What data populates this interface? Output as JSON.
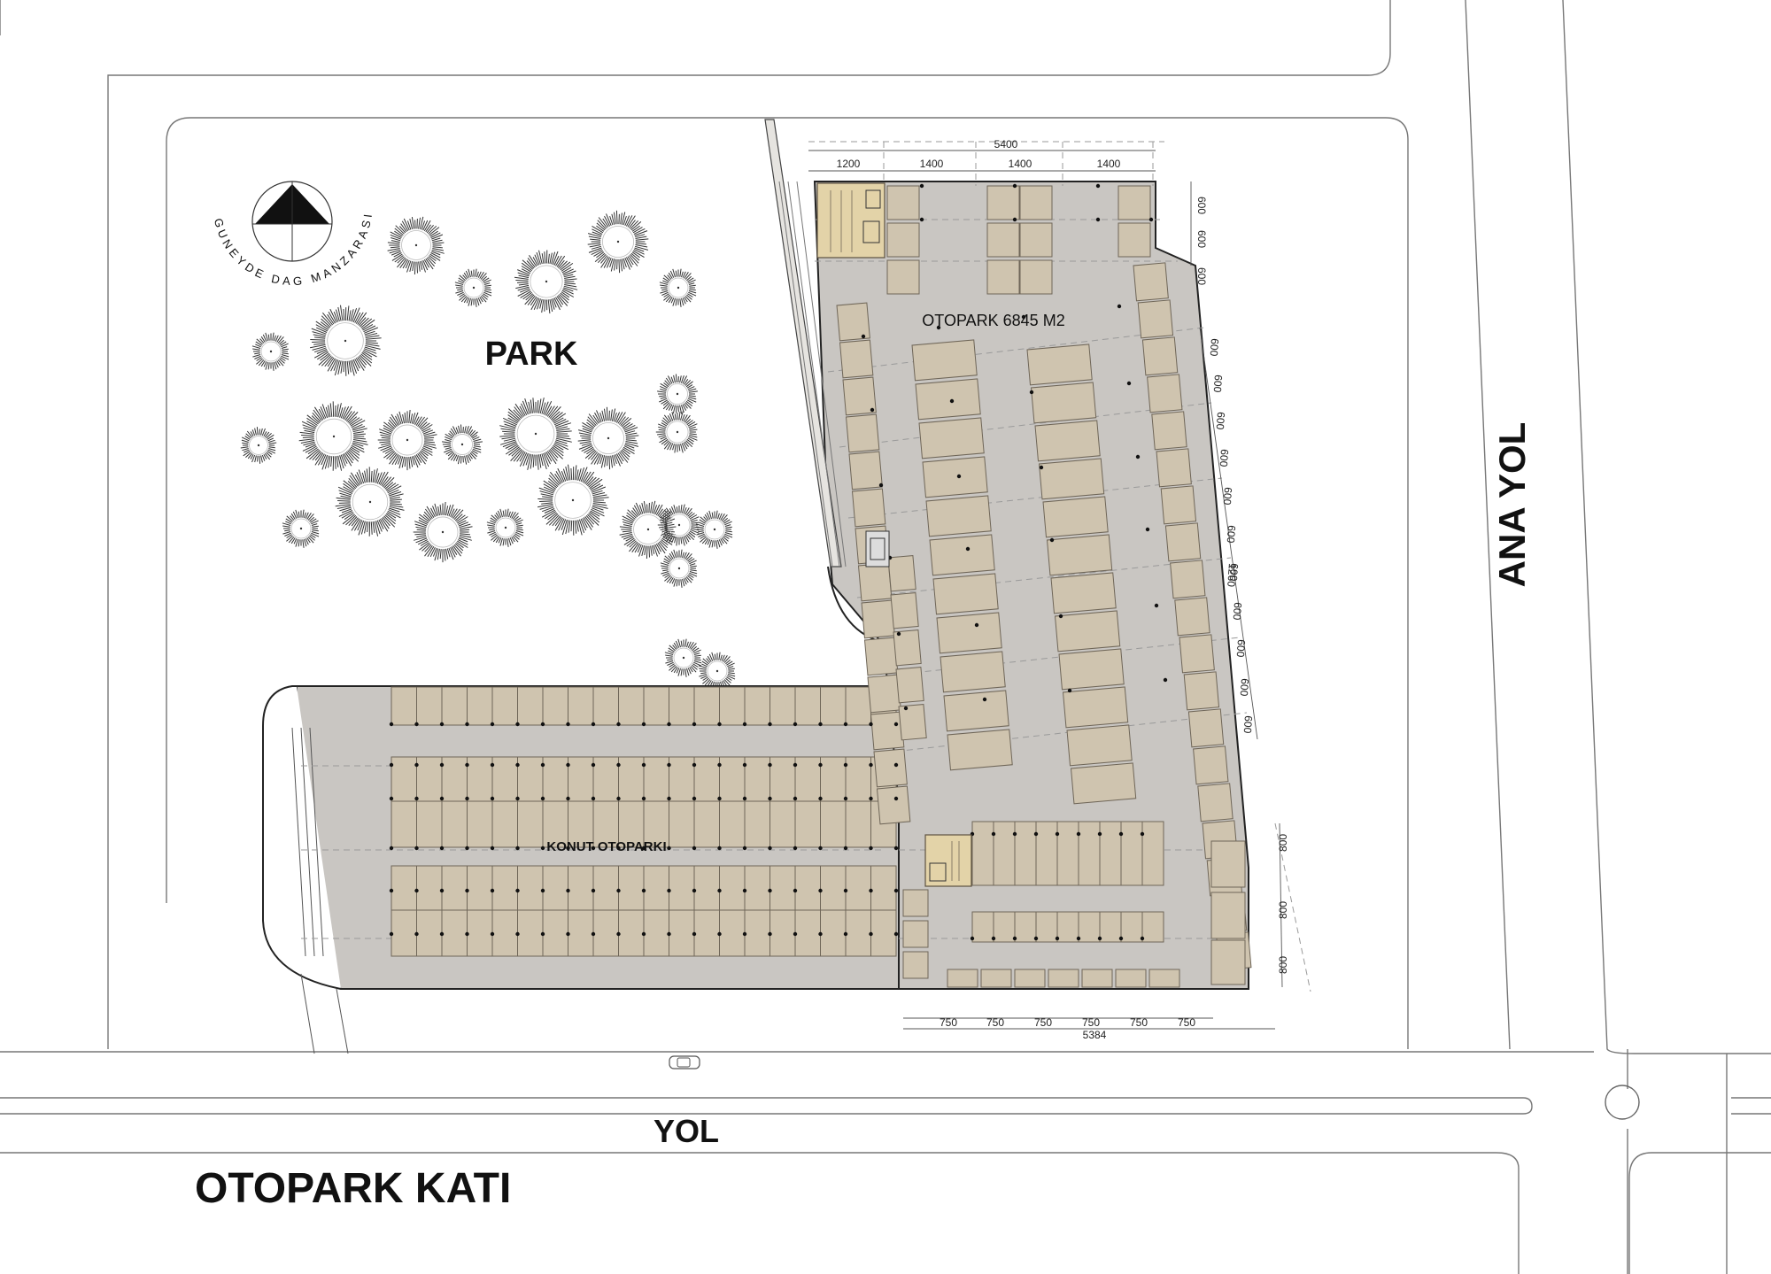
{
  "labels": {
    "park": "PARK",
    "ana_yol": "ANA YOL",
    "yol": "YOL",
    "sheet_title": "OTOPARK KATI",
    "otopark_area": "OTOPARK 6845 M2",
    "konut_otoparki": "KONUT OTOPARKI",
    "compass_caption": "GUNEYDE DAG MANZARASI"
  },
  "dimensions": {
    "top_total": "5400",
    "top_segments": [
      "1200",
      "1400",
      "1400",
      "1400"
    ],
    "right_upper": [
      "600",
      "600",
      "600"
    ],
    "right_middle": [
      "600",
      "600",
      "600",
      "600",
      "600",
      "600",
      "600",
      "600",
      "600",
      "600",
      "600"
    ],
    "right_cross": "1260",
    "right_lower": [
      "800",
      "800",
      "800"
    ],
    "bottom_segments": [
      "750",
      "750",
      "750",
      "750",
      "750",
      "750"
    ],
    "bottom_total": "5384"
  },
  "colors": {
    "floor": "#c9c6c2",
    "parking_slot": "#cfc4af",
    "stair_core": "#e3d3a8",
    "background": "#ffffff"
  },
  "icons": [
    "north-arrow-icon",
    "tree-icon",
    "car-icon",
    "roundabout-icon"
  ]
}
